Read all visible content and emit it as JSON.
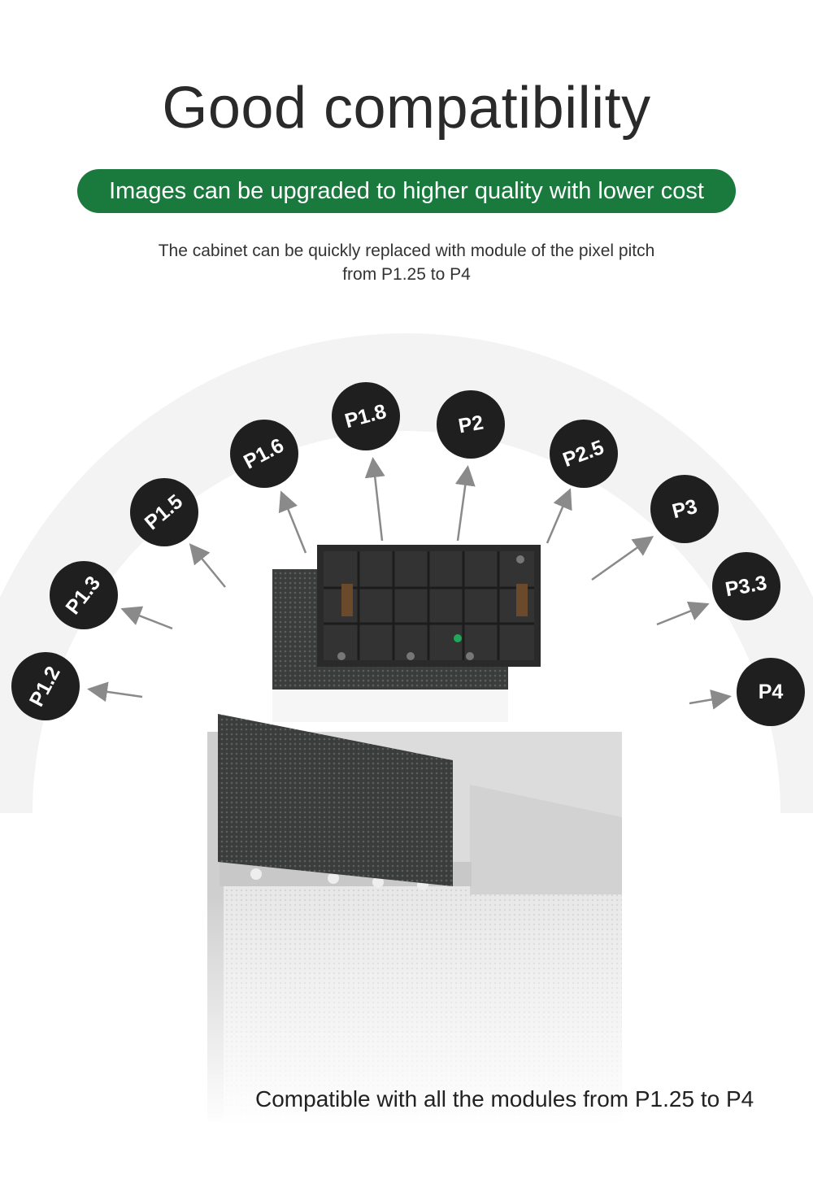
{
  "title": "Good compatibility",
  "banner": "Images can be upgraded to higher quality with lower cost",
  "description": [
    "The cabinet can be quickly replaced with module of the pixel pitch",
    "from P1.25 to P4"
  ],
  "pitches": [
    "P1.2",
    "P1.3",
    "P1.5",
    "P1.6",
    "P1.8",
    "P2",
    "P2.5",
    "P3",
    "P3.3",
    "P4"
  ],
  "footer": "Compatible with all the modules from P1.25 to P4",
  "colors": {
    "banner_green": "#1a7a3e",
    "badge": "#1f1f1f",
    "arrow": "#8a8a8a"
  }
}
